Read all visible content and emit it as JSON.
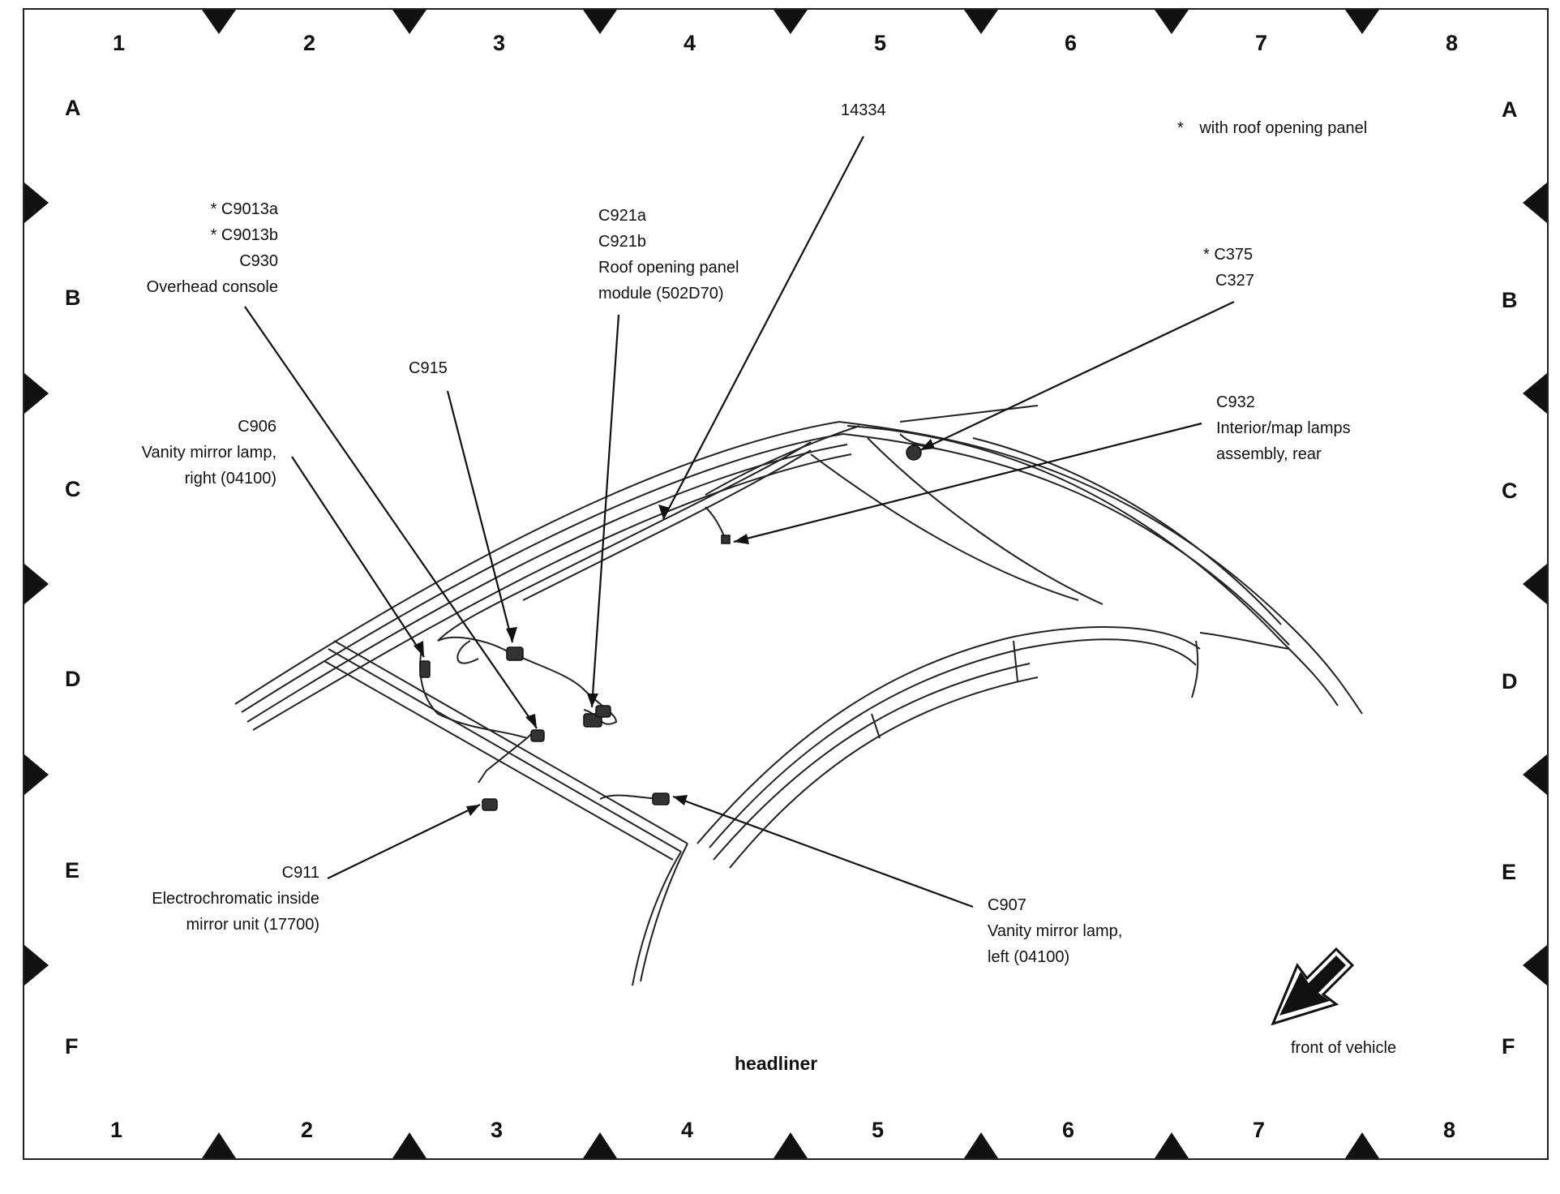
{
  "grid": {
    "columns": [
      "1",
      "2",
      "3",
      "4",
      "5",
      "6",
      "7",
      "8"
    ],
    "rows": [
      "A",
      "B",
      "C",
      "D",
      "E",
      "F"
    ]
  },
  "legend": "with roof opening panel",
  "legend_mark": "*",
  "title": "headliner",
  "front_label": "front of vehicle",
  "callouts": {
    "harness_14334": [
      "14334"
    ],
    "overhead_console": [
      "* C9013a",
      "* C9013b",
      "C930",
      "Overhead console"
    ],
    "roof_module": [
      "C921a",
      "C921b",
      "Roof opening panel",
      "module (502D70)"
    ],
    "c375": [
      "* C375",
      "C327"
    ],
    "c915": [
      "C915"
    ],
    "c932": [
      "C932",
      "Interior/map lamps",
      "assembly, rear"
    ],
    "c906": [
      "C906",
      "Vanity mirror lamp,",
      "right (04100)"
    ],
    "c911": [
      "C911",
      "Electrochromatic inside",
      "mirror unit (17700)"
    ],
    "c907": [
      "C907",
      "Vanity mirror lamp,",
      "left (04100)"
    ]
  }
}
